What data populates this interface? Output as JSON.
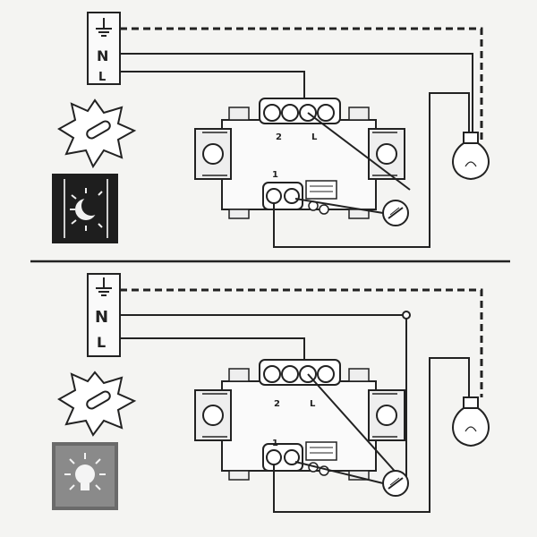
{
  "colors": {
    "ink": "#222222",
    "paper": "#f4f4f2",
    "dark_panel": "#1e1e1e",
    "mid_panel": "#6a6a6a"
  },
  "panels": [
    {
      "supply": {
        "earth_symbol": "earth-icon",
        "neutral": "N",
        "live": "L"
      },
      "terminals": {
        "top_left": "2",
        "top_right": "L",
        "bottom": "1"
      },
      "indicator": "daylight-sensor-icon",
      "condition": "night-moon-icon"
    },
    {
      "supply": {
        "earth_symbol": "earth-icon",
        "neutral": "N",
        "live": "L"
      },
      "terminals": {
        "top_left": "2",
        "top_right": "L",
        "bottom": "1"
      },
      "indicator": "daylight-sensor-icon",
      "condition": "day-sun-icon"
    }
  ]
}
